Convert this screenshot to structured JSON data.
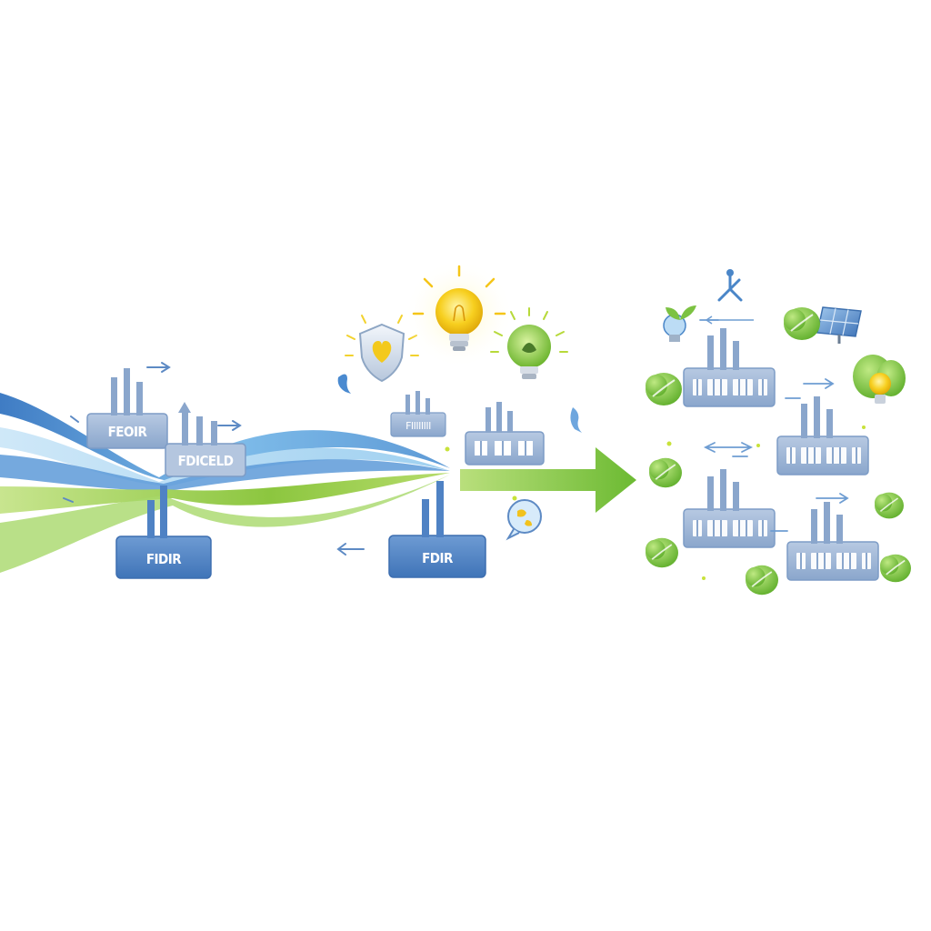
{
  "colors": {
    "blue_dark": "#4f86c6",
    "blue_light": "#8ec8ee",
    "blue_pale": "#c9e6f7",
    "green": "#7cc242",
    "green_light": "#b9e07a",
    "factory_fill": "#9fb6d6",
    "factory_dark": "#5d8ac4",
    "bulb_yellow": "#f5c518",
    "arrow_green": "#7dc142"
  },
  "factories": {
    "left_top": {
      "label": "FEOIR"
    },
    "left_mid": {
      "label": "FDICELD"
    },
    "left_bottom": {
      "label": "FIDIR"
    },
    "center_small": {
      "label": "FIIIIIIII"
    },
    "center_right": {
      "label": "FDIR"
    }
  },
  "icons": {
    "shield": "shield-heart-icon",
    "bulb_yellow": "lightbulb-icon",
    "bulb_green": "eco-lightbulb-icon",
    "solar_panel": "solar-panel-icon",
    "wind_turbine": "wind-turbine-icon",
    "plant": "leaf-plant-icon"
  }
}
